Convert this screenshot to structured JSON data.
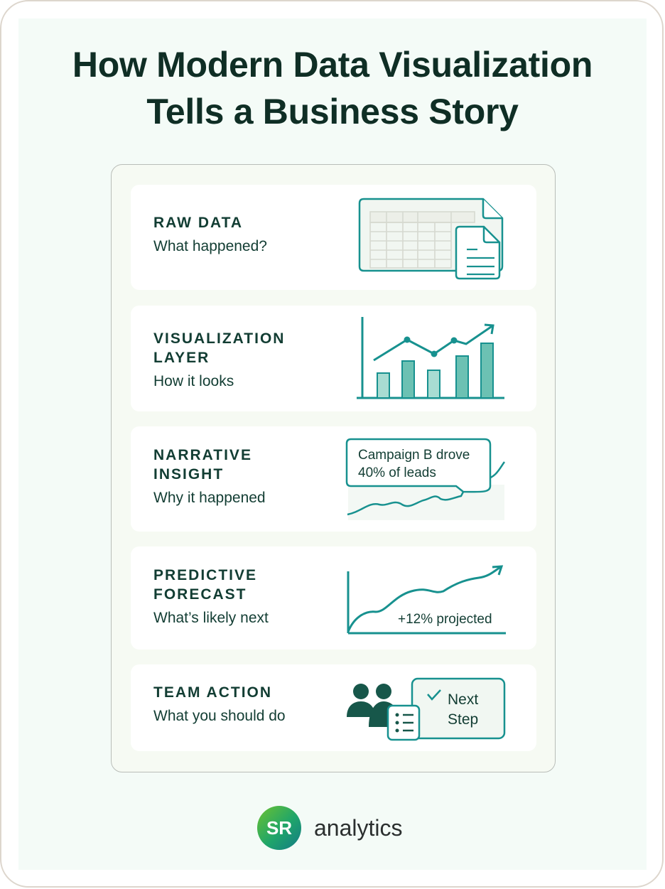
{
  "title": {
    "line1": "How Modern Data Visualization",
    "line2": "Tells a Business Story"
  },
  "stages": [
    {
      "heading_lines": [
        "RAW DATA"
      ],
      "subtitle": "What happened?",
      "icon": "spreadsheet-document-icon"
    },
    {
      "heading_lines": [
        "VISUALIZATION",
        "LAYER"
      ],
      "subtitle": "How it looks",
      "icon": "bar-line-chart-icon"
    },
    {
      "heading_lines": [
        "NARRATIVE",
        "INSIGHT"
      ],
      "subtitle": "Why it happened",
      "icon": "annotated-trend-icon",
      "callout": {
        "line1": "Campaign B drove",
        "line2": "40% of leads"
      }
    },
    {
      "heading_lines": [
        "PREDICTIVE",
        "FORECAST"
      ],
      "subtitle": "What’s likely next",
      "icon": "forecast-trend-icon",
      "label": "+12% projected"
    },
    {
      "heading_lines": [
        "TEAM ACTION"
      ],
      "subtitle": "What you should do",
      "icon": "team-checklist-icon",
      "action": {
        "line1": "Next",
        "line2": "Step",
        "check": "✓"
      }
    }
  ],
  "footer": {
    "logo_initials": "SR",
    "brand": "analytics"
  },
  "colors": {
    "teal": "#17918f",
    "dark_green": "#123d33",
    "title": "#0f2e25",
    "bar_light": "#a8dcd2",
    "bar_mid": "#6cc1b3",
    "background": "#f4fbf7"
  }
}
